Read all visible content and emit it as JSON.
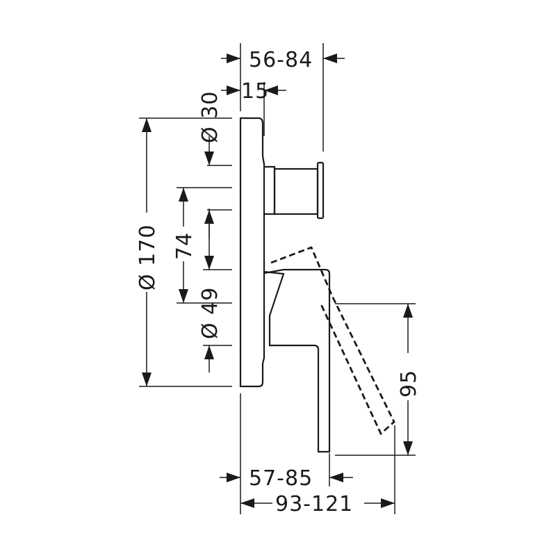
{
  "dimensions": {
    "body_depth_range": "56-84",
    "spindle_extension": "15",
    "spindle_diameter": "Ø 30",
    "plate_diameter": "Ø 170",
    "center_distance": "74",
    "handle_hub_diameter": "Ø 49",
    "handle_drop": "95",
    "handle_depth_range": "57-85",
    "overall_depth_range": "93-121"
  }
}
